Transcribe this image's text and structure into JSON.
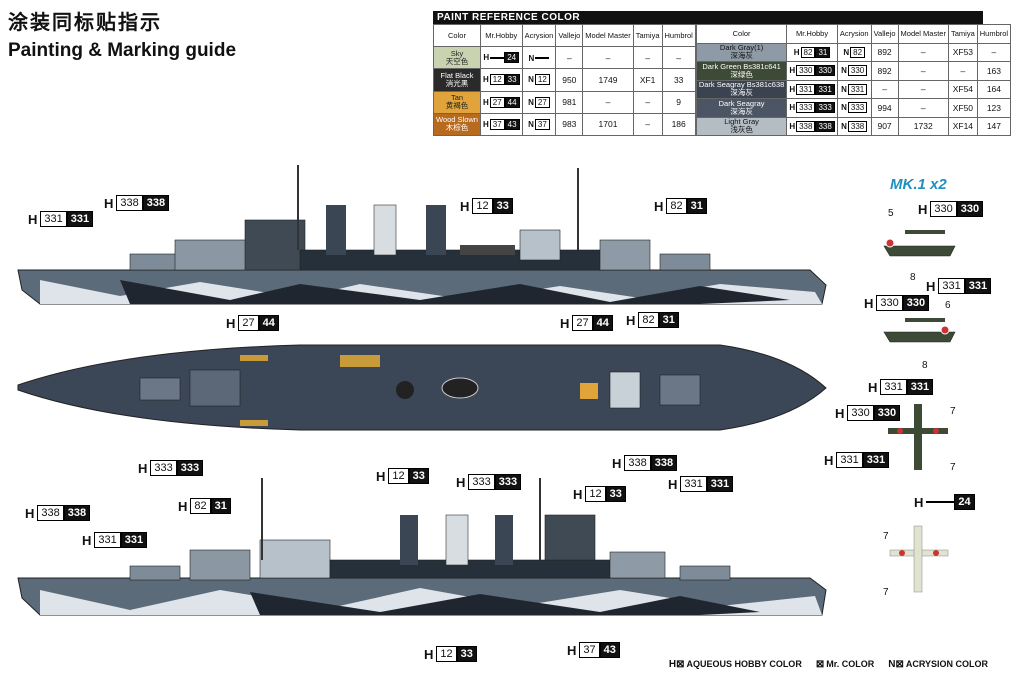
{
  "titles": {
    "cn": "涂装同标贴指示",
    "en": "Painting & Marking guide"
  },
  "paint_ref": {
    "header": "PAINT  REFERENCE COLOR",
    "columns": [
      "Color",
      "Mr.Hobby",
      "Acrysion",
      "Vallejo",
      "Model Master",
      "Tamiya",
      "Humbrol"
    ],
    "left_rows": [
      {
        "name": "Sky",
        "cn": "天空色",
        "color": "#c9d3b0",
        "text_color": "#222",
        "h_w": "",
        "h_b": "24",
        "n": "",
        "vallejo": "–",
        "mm": "–",
        "tamiya": "–",
        "humbrol": "–"
      },
      {
        "name": "Flat Black",
        "cn": "消光黑",
        "color": "#2a2a2a",
        "text_color": "#fff",
        "h_w": "12",
        "h_b": "33",
        "n": "12",
        "vallejo": "950",
        "mm": "1749",
        "tamiya": "XF1",
        "humbrol": "33"
      },
      {
        "name": "Tan",
        "cn": "黄褐色",
        "color": "#e0a43a",
        "text_color": "#222",
        "h_w": "27",
        "h_b": "44",
        "n": "27",
        "vallejo": "981",
        "mm": "–",
        "tamiya": "–",
        "humbrol": "9"
      },
      {
        "name": "Wood Slown",
        "cn": "木棕色",
        "color": "#b86a1e",
        "text_color": "#fff",
        "h_w": "37",
        "h_b": "43",
        "n": "37",
        "vallejo": "983",
        "mm": "1701",
        "tamiya": "–",
        "humbrol": "186"
      }
    ],
    "right_rows": [
      {
        "name": "Dark Gray(1)",
        "cn": "深海灰",
        "color": "#8e9aa6",
        "text_color": "#111",
        "h_w": "82",
        "h_b": "31",
        "n": "82",
        "vallejo": "892",
        "mm": "–",
        "tamiya": "XF53",
        "humbrol": "–"
      },
      {
        "name": "Dark Green Bs381c641",
        "cn": "深绿色",
        "color": "#3d4a36",
        "text_color": "#fff",
        "h_w": "330",
        "h_b": "330",
        "n": "330",
        "vallejo": "892",
        "mm": "–",
        "tamiya": "–",
        "humbrol": "163"
      },
      {
        "name": "Dark Seagray Bs381c638",
        "cn": "深海灰",
        "color": "#3b4350",
        "text_color": "#fff",
        "h_w": "331",
        "h_b": "331",
        "n": "331",
        "vallejo": "–",
        "mm": "–",
        "tamiya": "XF54",
        "humbrol": "164"
      },
      {
        "name": "Dark Seagray",
        "cn": "深海灰",
        "color": "#4b5563",
        "text_color": "#fff",
        "h_w": "333",
        "h_b": "333",
        "n": "333",
        "vallejo": "994",
        "mm": "–",
        "tamiya": "XF50",
        "humbrol": "123"
      },
      {
        "name": "Light Gray",
        "cn": "浅灰色",
        "color": "#b4bcc4",
        "text_color": "#111",
        "h_w": "338",
        "h_b": "338",
        "n": "338",
        "vallejo": "907",
        "mm": "1732",
        "tamiya": "XF14",
        "humbrol": "147"
      }
    ]
  },
  "callouts": {
    "c1": {
      "w": "331",
      "b": "331"
    },
    "c2": {
      "w": "338",
      "b": "338"
    },
    "c3": {
      "w": "12",
      "b": "33"
    },
    "c4": {
      "w": "82",
      "b": "31"
    },
    "c5": {
      "w": "27",
      "b": "44"
    },
    "c6": {
      "w": "27",
      "b": "44"
    },
    "c7": {
      "w": "82",
      "b": "31"
    },
    "c8": {
      "w": "333",
      "b": "333"
    },
    "c9": {
      "w": "12",
      "b": "33"
    },
    "c10": {
      "w": "333",
      "b": "333"
    },
    "c11": {
      "w": "338",
      "b": "338"
    },
    "c12": {
      "w": "331",
      "b": "331"
    },
    "c13": {
      "w": "338",
      "b": "338"
    },
    "c14": {
      "w": "331",
      "b": "331"
    },
    "c15": {
      "w": "82",
      "b": "31"
    },
    "c16": {
      "w": "12",
      "b": "33"
    },
    "c17": {
      "w": "12",
      "b": "33"
    },
    "c18": {
      "w": "37",
      "b": "43"
    },
    "p1": {
      "w": "330",
      "b": "330"
    },
    "p2": {
      "w": "331",
      "b": "331"
    },
    "p3": {
      "w": "330",
      "b": "330"
    },
    "p4": {
      "w": "331",
      "b": "331"
    },
    "p5": {
      "w": "330",
      "b": "330"
    },
    "p6": {
      "w": "331",
      "b": "331"
    },
    "p7": {
      "w": "",
      "b": "24"
    }
  },
  "prefix": "H",
  "aircraft_label": "MK.1 x2",
  "marker_numbers": {
    "n5": "5",
    "n8a": "8",
    "n6": "6",
    "n8b": "8",
    "n7a": "7",
    "n7b": "7",
    "n7c": "7",
    "n7d": "7"
  },
  "legend": {
    "aqueous": "AQUEOUS HOBBY COLOR",
    "mr": "Mr. COLOR",
    "acrysion": "ACRYSION COLOR",
    "h_mark": "H⊠",
    "mr_mark": "⊠",
    "n_mark": "N⊠"
  }
}
